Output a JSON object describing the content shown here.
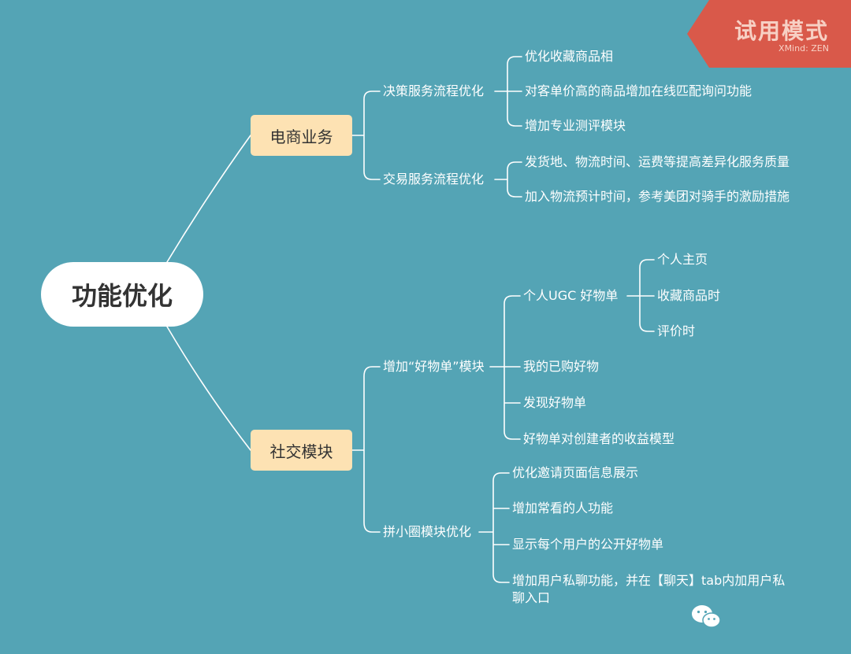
{
  "watermark": {
    "title": "试用模式",
    "subtitle": "XMind: ZEN",
    "color": "#d9594a"
  },
  "colors": {
    "background": "#54a4b5",
    "line": "#ffffff",
    "branch_fill": "#fde2b3",
    "root_fill": "#ffffff"
  },
  "root": {
    "label": "功能优化"
  },
  "branches": [
    {
      "label": "电商业务",
      "children": [
        {
          "label": "决策服务流程优化",
          "children": [
            {
              "label": "优化收藏商品相"
            },
            {
              "label": "对客单价高的商品增加在线匹配询问功能"
            },
            {
              "label": "增加专业测评模块"
            }
          ]
        },
        {
          "label": "交易服务流程优化",
          "children": [
            {
              "label": "发货地、物流时间、运费等提高差异化服务质量"
            },
            {
              "label": "加入物流预计时间，参考美团对骑手的激励措施"
            }
          ]
        }
      ]
    },
    {
      "label": "社交模块",
      "children": [
        {
          "label": "增加“好物单”模块",
          "children": [
            {
              "label": "个人UGC 好物单",
              "children": [
                {
                  "label": "个人主页"
                },
                {
                  "label": "收藏商品时"
                },
                {
                  "label": "评价时"
                }
              ]
            },
            {
              "label": "我的已购好物"
            },
            {
              "label": "发现好物单"
            },
            {
              "label": "好物单对创建者的收益模型"
            }
          ]
        },
        {
          "label": "拼小圈模块优化",
          "children": [
            {
              "label": "优化邀请页面信息展示"
            },
            {
              "label": "增加常看的人功能"
            },
            {
              "label": "显示每个用户的公开好物单"
            },
            {
              "label": "增加用户私聊功能，并在【聊天】tab内加用户私聊入口"
            }
          ]
        }
      ]
    }
  ],
  "icons": {
    "corner_logo": "wechat-icon"
  }
}
